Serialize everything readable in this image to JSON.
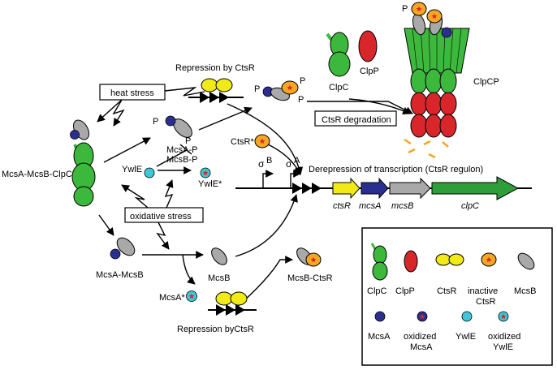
{
  "labels": {
    "repression_top": "Repression by CtsR",
    "repression_bottom": "Repression byCtsR",
    "heat_stress": "heat stress",
    "oxidative_stress": "oxidative stress",
    "ctsr_degradation": "CtsR degradation",
    "derepression": "Derepression of transcription (CtsR regulon)",
    "complex": "McsA-McsB-ClpC",
    "mcsa_p": "McsA-P",
    "mcsb_p": "McsB-P",
    "p_mark": "P",
    "ctsr_star": "CtsR*",
    "ywle": "YwlE",
    "ywle_star": "YwlE*",
    "sigma_b": "σ",
    "sigma_b_sub": "B",
    "sigma_a": "σ",
    "sigma_a_sub": "A",
    "clpc": "ClpC",
    "clpp": "ClpP",
    "clpcp": "ClpCP",
    "mcsa_mcsb": "McsA-McsB",
    "mcsb": "McsB",
    "mcsa_star": "McsA*",
    "mcsb_ctsr": "McsB-CtsR"
  },
  "genes": [
    "ctsR",
    "mcsA",
    "mcsB",
    "clpC"
  ],
  "legend": {
    "row1": [
      "ClpC",
      "ClpP",
      "CtsR",
      "inactive",
      "CtsR",
      "McsB"
    ],
    "row2": [
      "McsA",
      "oxidized",
      "McsA",
      "YwlE",
      "oxidized",
      "YwlE"
    ]
  },
  "colors": {
    "clpc_green": "#3cb83c",
    "clpp_red": "#d9262a",
    "ctsr_yellow": "#f2ea17",
    "inactive_orange": "#f5a623",
    "mcsb_gray": "#a9a9a9",
    "mcsa_navy": "#2a2f8f",
    "ywle_cyan": "#3fc6d8",
    "ctsr_gene": "#f2ea17",
    "mcsa_gene": "#2a2f8f",
    "mcsb_gene": "#a9a9a9",
    "clpc_gene": "#2e9e3a"
  }
}
